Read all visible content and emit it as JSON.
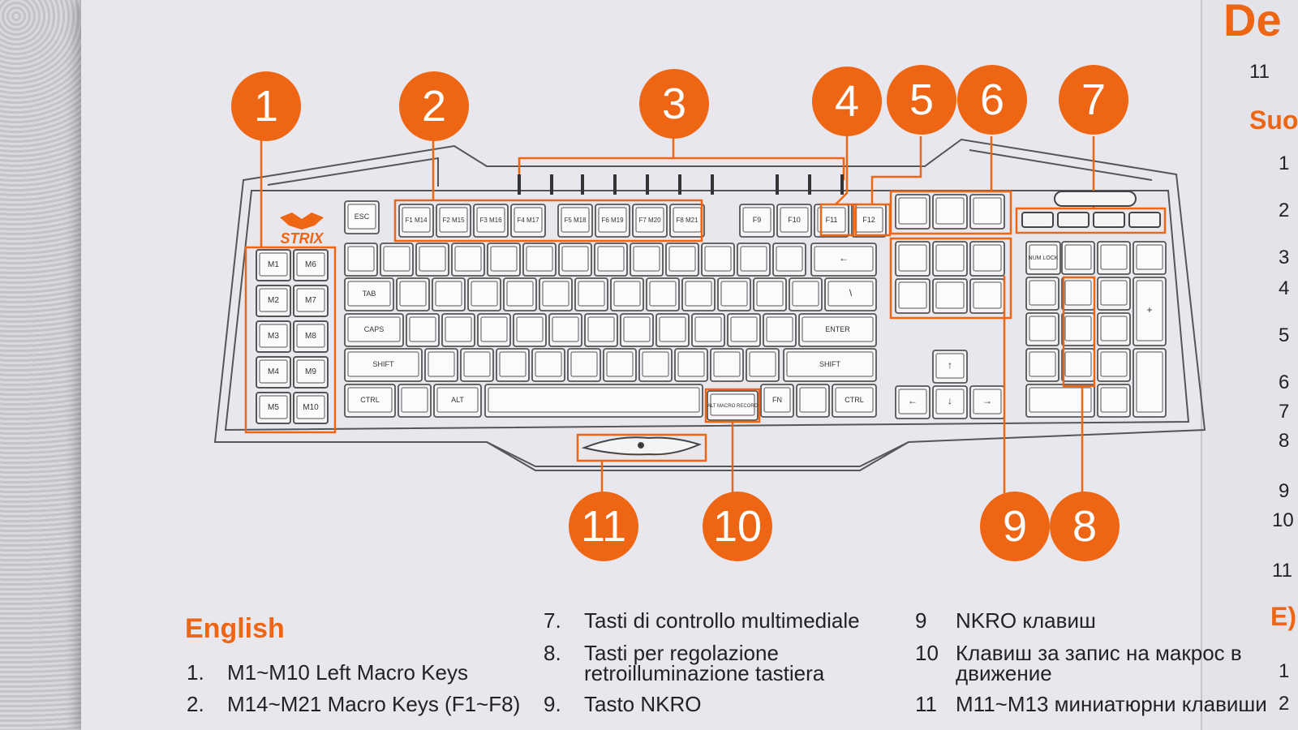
{
  "callouts": [
    "1",
    "2",
    "3",
    "4",
    "5",
    "6",
    "7",
    "8",
    "9",
    "10",
    "11"
  ],
  "logo_text": "STRIX",
  "keys": {
    "esc": "ESC",
    "fkeys_left": [
      "F1 M14",
      "F2 M15",
      "F3 M16",
      "F4 M17",
      "F5 M18",
      "F6 M19",
      "F7 M20",
      "F8 M21"
    ],
    "fkeys_right": [
      "F9",
      "F10",
      "F11",
      "F12"
    ],
    "macro": [
      "M1",
      "M6",
      "M2",
      "M7",
      "M3",
      "M8",
      "M4",
      "M9",
      "M5",
      "M10"
    ],
    "row_tab": "TAB",
    "row_caps": "CAPS",
    "row_shift_l": "SHIFT",
    "row_shift_r": "SHIFT",
    "enter": "ENTER",
    "ctrl_l": "CTRL",
    "alt_l": "ALT",
    "alt_macro": "ALT MACRO RECORD",
    "fn": "FN",
    "ctrl_r": "CTRL",
    "num_lock": "NUM LOCK"
  },
  "right_page": {
    "heading_de": "De",
    "heading_su": "Suo",
    "heading_ex": "E)",
    "top_item": "11",
    "numbers": [
      "1",
      "2",
      "3",
      "4",
      "5",
      "6",
      "7",
      "8",
      "9",
      "10",
      "11"
    ],
    "bottom_numbers": [
      "1",
      "2"
    ]
  },
  "legend": {
    "english_heading": "English",
    "col1": [
      {
        "n": "1.",
        "text": "M1~M10 Left Macro Keys"
      },
      {
        "n": "2.",
        "text": "M14~M21 Macro Keys (F1~F8)"
      }
    ],
    "col2": [
      {
        "n": "7.",
        "text": "Tasti di controllo multimediale"
      },
      {
        "n": "8.",
        "text": "Tasti per regolazione",
        "text2": "retroilluminazione tastiera"
      },
      {
        "n": "9.",
        "text": "Tasto NKRO"
      }
    ],
    "col3": [
      {
        "n": "9",
        "text": "NKRO клавиш"
      },
      {
        "n": "10",
        "text": "Клавиш за запис на макрос в",
        "text2": "движение"
      },
      {
        "n": "11",
        "text": "M11~M13 миниатюрни клавиши"
      }
    ]
  },
  "colors": {
    "accent": "#ee6613",
    "paper": "#e9e7ee",
    "ink": "#222222"
  }
}
